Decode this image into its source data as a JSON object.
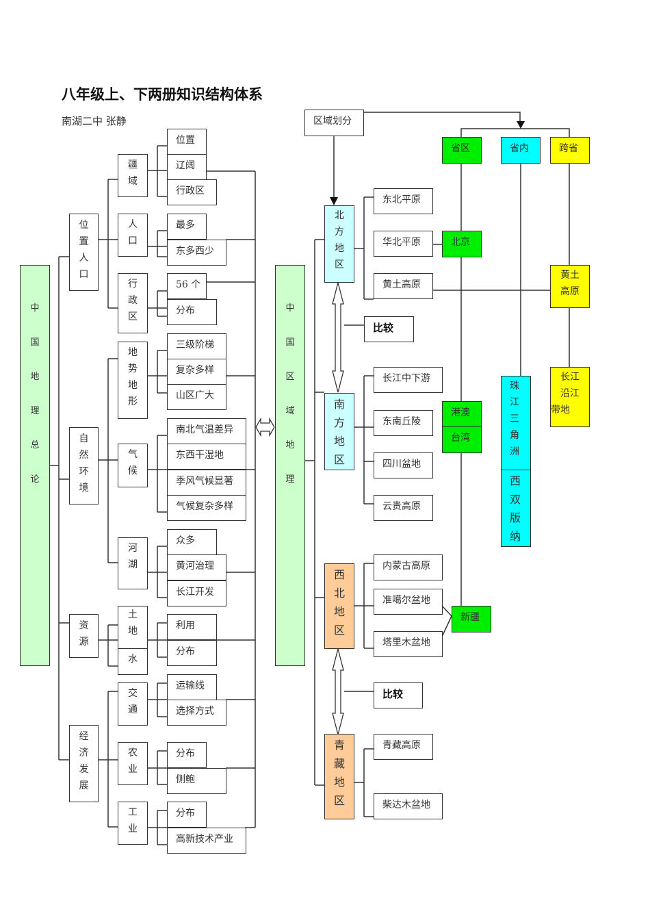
{
  "header": {
    "title": "八年级上、下两册知识结构体系",
    "author": "南湖二中  张静"
  },
  "left": {
    "root": [
      "中",
      "国",
      "地",
      "理",
      "总",
      "论"
    ],
    "groups": {
      "weizhi_renkou": [
        "位",
        "置",
        "人",
        "口"
      ],
      "ziran": [
        "自",
        "然",
        "环",
        "境"
      ],
      "ziyuan": [
        "资",
        "源"
      ],
      "jingji": [
        "经",
        "济",
        "发",
        "展"
      ]
    },
    "topics": {
      "jiangyu": [
        "疆",
        "域"
      ],
      "renkou": [
        "人",
        "口"
      ],
      "xingzhengqu": [
        "行",
        "政",
        "区"
      ],
      "dishi": [
        "地",
        "势",
        "地",
        "形"
      ],
      "qihou": [
        "气",
        "候"
      ],
      "hehu": [
        "河",
        "湖"
      ],
      "tudi": [
        "土",
        "地"
      ],
      "shui": [
        "水"
      ],
      "jiaotong": [
        "交",
        "通"
      ],
      "nongye": [
        "农",
        "业"
      ],
      "gongye": [
        "工",
        "业"
      ]
    },
    "leaves": {
      "weizhi": "位置",
      "liaokuo": "辽阔",
      "xingzhengqu": "行政区",
      "zuiduo": "最多",
      "dongduo": "东多西少",
      "wushiliu": "56 个",
      "fenbu1": "分布",
      "sanji": "三级阶梯",
      "fuza": "复杂多样",
      "shanqu": "山区广大",
      "nanbei": "南北气温差异",
      "dongxi": "东西干湿地",
      "jifeng": "季风气候显著",
      "qihoufuza": "气候复杂多样",
      "zhongduo": "众多",
      "huanghe": "黄河治理",
      "changjiang": "长江开发",
      "liyong": "利用",
      "fenbu2": "分布",
      "yunshu": "运输线",
      "xuanze": "选择方式",
      "fenbu3": "分布",
      "leixing": "侧鲍",
      "fenbu4": "分布",
      "gaoxin": "高新技术产业"
    }
  },
  "right": {
    "root": [
      "中",
      "国",
      "区",
      "域",
      "地",
      "理"
    ],
    "division": "区域划分",
    "compare_label": "比较",
    "regions": {
      "north": [
        "北",
        "方",
        "地",
        "区"
      ],
      "south": [
        "南",
        "方",
        "地",
        "区"
      ],
      "northwest": [
        "西",
        "北",
        "地",
        "区"
      ],
      "qingzang": [
        "青",
        "藏",
        "地",
        "区"
      ]
    },
    "subregions": {
      "dongbei": "东北平原",
      "huabei": "华北平原",
      "huangtu": "黄土高原",
      "changjiangzx": "长江中下游",
      "dongnan": "东南丘陵",
      "sichuan": "四川盆地",
      "yungui": "云贵高原",
      "neimeng": "内蒙古高原",
      "zhunger": "准噶尔盆地",
      "talimu": "塔里木盆地",
      "qingzanggy": "青藏高原",
      "chaidamu": "柴达木盆地"
    },
    "categories": {
      "shengqu": "省区",
      "shengnei": "省内",
      "kuasheng": "跨省"
    },
    "examples": {
      "beijing": "北京",
      "gangao": "港澳",
      "taiwan": "台湾",
      "xinjiang": "新疆",
      "zhujiang": [
        "珠",
        "江",
        "三",
        "角",
        "洲"
      ],
      "xishuang": [
        "西",
        "双",
        "版",
        "纳"
      ],
      "huangtu": [
        "黄土",
        "高原"
      ],
      "changjiang": [
        "长江",
        "沿江",
        "带地"
      ]
    }
  },
  "colors": {
    "bar_green": "#ccffcc",
    "light_cyan": "#ccffff",
    "orange": "#ffcc99",
    "green": "#00ee00",
    "cyan": "#00ffff",
    "yellow": "#ffff00"
  }
}
